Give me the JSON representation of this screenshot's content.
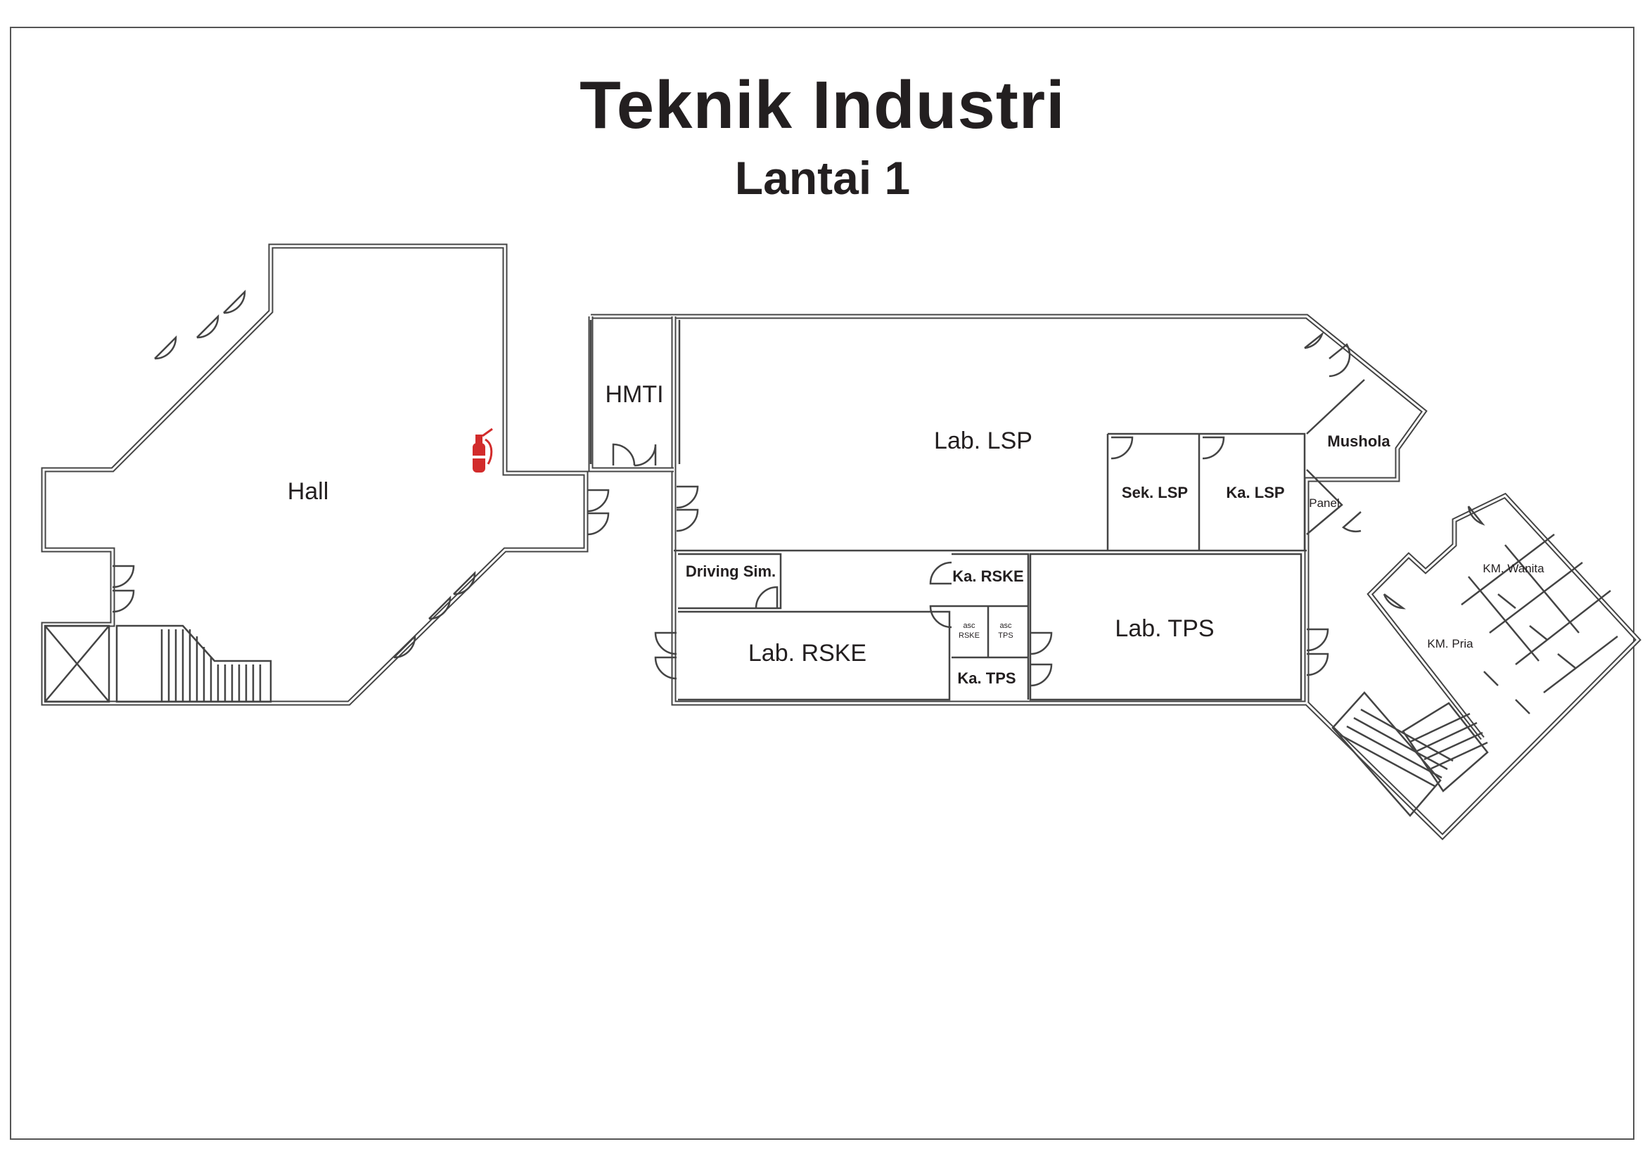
{
  "title": "Teknik Industri",
  "subtitle": "Lantai 1",
  "rooms": {
    "hall": "Hall",
    "hmti": "HMTI",
    "lab_lsp": "Lab. LSP",
    "sek_lsp": "Sek. LSP",
    "ka_lsp": "Ka. LSP",
    "mushola": "Mushola",
    "panel": "Panel",
    "driving_sim": "Driving Sim.",
    "lab_rske": "Lab. RSKE",
    "ka_rske": "Ka. RSKE",
    "asc_rske_1": "asc",
    "asc_rske_2": "RSKE",
    "asc_tps_1": "asc",
    "asc_tps_2": "TPS",
    "ka_tps": "Ka. TPS",
    "lab_tps": "Lab. TPS",
    "km_wanita": "KM. Wanita",
    "km_pria": "KM. Pria"
  },
  "icons": {
    "extinguisher": "fire-extinguisher-icon",
    "extinguisher_color": "#d22b2b"
  }
}
